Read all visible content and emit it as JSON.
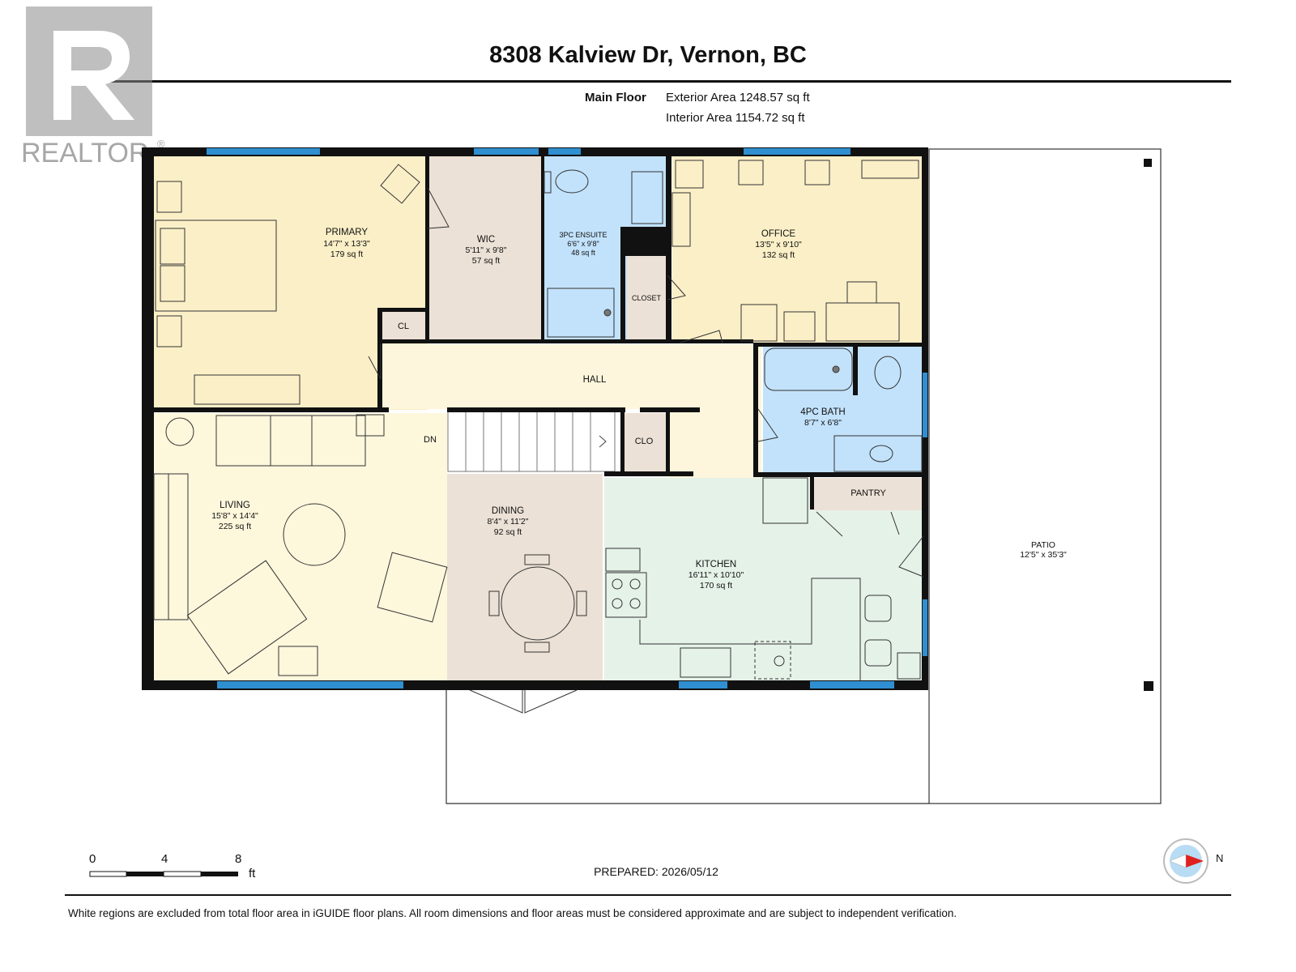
{
  "header": {
    "title": "8308 Kalview Dr, Vernon, BC",
    "floor_label": "Main Floor",
    "exterior_area": "Exterior Area 1248.57 sq ft",
    "interior_area": "Interior Area 1154.72 sq ft"
  },
  "logo": {
    "text": "REALTOR",
    "mark": "®"
  },
  "rooms": {
    "primary": {
      "name": "PRIMARY",
      "dims": "14'7\" x 13'3\"",
      "area": "179 sq ft"
    },
    "wic": {
      "name": "WIC",
      "dims": "5'11\" x 9'8\"",
      "area": "57 sq ft"
    },
    "ensuite": {
      "name": "3PC ENSUITE",
      "dims": "6'6\" x 9'8\"",
      "area": "48 sq ft"
    },
    "office": {
      "name": "OFFICE",
      "dims": "13'5\" x 9'10\"",
      "area": "132 sq ft"
    },
    "closet": {
      "name": "CLOSET"
    },
    "cl": {
      "name": "CL"
    },
    "hall": {
      "name": "HALL"
    },
    "bath": {
      "name": "4PC BATH",
      "dims": "8'7\" x 6'8\""
    },
    "clo": {
      "name": "CLO"
    },
    "dn": {
      "name": "DN"
    },
    "pantry": {
      "name": "PANTRY"
    },
    "living": {
      "name": "LIVING",
      "dims": "15'8\" x 14'4\"",
      "area": "225 sq ft"
    },
    "dining": {
      "name": "DINING",
      "dims": "8'4\" x 11'2\"",
      "area": "92 sq ft"
    },
    "kitchen": {
      "name": "KITCHEN",
      "dims": "16'11\" x 10'10\"",
      "area": "170 sq ft"
    },
    "patio": {
      "name": "PATIO",
      "dims": "12'5\" x 35'3\""
    }
  },
  "scale": {
    "ticks": [
      "0",
      "4",
      "8"
    ],
    "unit": "ft"
  },
  "prepared": "PREPARED: 2026/05/12",
  "compass": {
    "label": "N"
  },
  "disclaimer": "White regions are excluded from total floor area in iGUIDE floor plans. All room dimensions and floor areas must be considered approximate and are subject to independent verification.",
  "colors": {
    "primary": "#fbefc7",
    "wic": "#ece1d6",
    "bath": "#c2e2fb",
    "office": "#fbefc7",
    "hall": "#fdf6dc",
    "living": "#fdf7dc",
    "dining": "#ece1d6",
    "kitchen": "#e5f2e8",
    "closet": "#ece1d6",
    "walls": "#111111",
    "windows": "#2f8fd0"
  }
}
